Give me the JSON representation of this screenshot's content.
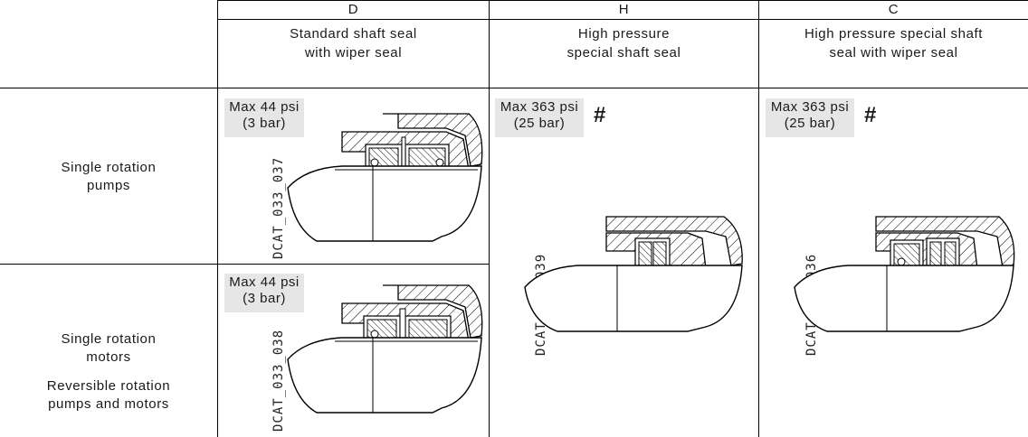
{
  "columns": [
    {
      "code": "D",
      "description_line1": "Standard shaft seal",
      "description_line2": "with wiper seal"
    },
    {
      "code": "H",
      "description_line1": "High pressure",
      "description_line2": "special shaft seal"
    },
    {
      "code": "C",
      "description_line1": "High pressure special shaft",
      "description_line2": "seal with wiper seal"
    }
  ],
  "rows": {
    "row1": {
      "line1": "Single rotation",
      "line2": "pumps"
    },
    "row2": {
      "line1": "Single rotation",
      "line2": "motors",
      "line3": "Reversible rotation",
      "line4": "pumps and motors"
    }
  },
  "cells": {
    "d_row1": {
      "pressure_psi": "Max 44 psi",
      "pressure_bar": "(3 bar)",
      "drawing_code": "DCAT_033_037"
    },
    "d_row2": {
      "pressure_psi": "Max 44 psi",
      "pressure_bar": "(3 bar)",
      "drawing_code": "DCAT_033_038"
    },
    "h": {
      "pressure_psi": "Max 363 psi",
      "pressure_bar": "(25 bar)",
      "marker": "#",
      "drawing_code": "DCAT_033_039"
    },
    "c": {
      "pressure_psi": "Max 363 psi",
      "pressure_bar": "(25 bar)",
      "marker": "#",
      "drawing_code": "DCAT_033_036"
    }
  }
}
